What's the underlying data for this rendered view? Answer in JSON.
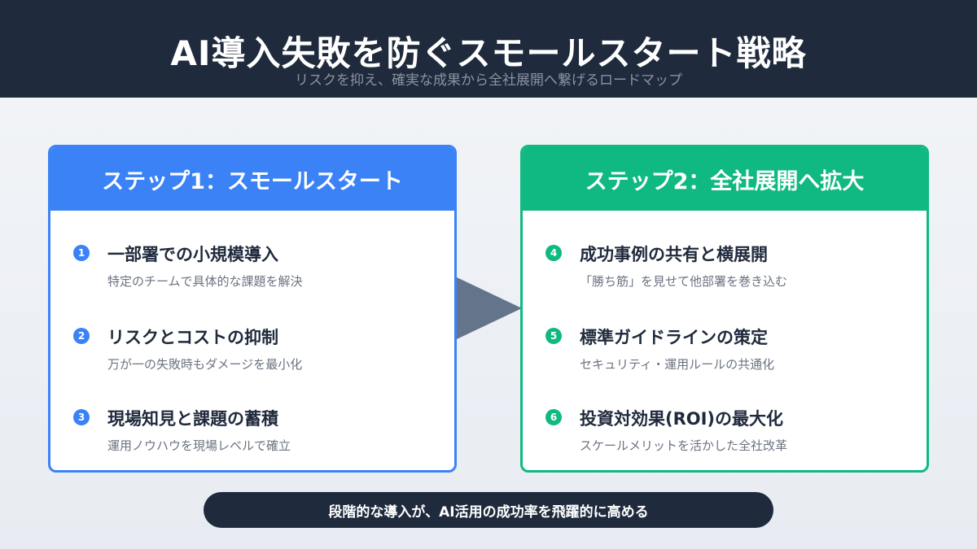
{
  "header": {
    "title": "AI導入失敗を防ぐスモールスタート戦略",
    "subtitle": "リスクを抑え、確実な成果から全社展開へ繋げるロードマップ"
  },
  "steps": [
    {
      "title": "ステップ1：スモールスタート",
      "color": "#3b82f6",
      "items": [
        {
          "num": "1",
          "title": "一部署での小規模導入",
          "desc": "特定のチームで具体的な課題を解決"
        },
        {
          "num": "2",
          "title": "リスクとコストの抑制",
          "desc": "万が一の失敗時もダメージを最小化"
        },
        {
          "num": "3",
          "title": "現場知見と課題の蓄積",
          "desc": "運用ノウハウを現場レベルで確立"
        }
      ]
    },
    {
      "title": "ステップ2：全社展開へ拡大",
      "color": "#10b981",
      "items": [
        {
          "num": "4",
          "title": "成功事例の共有と横展開",
          "desc": "「勝ち筋」を見せて他部署を巻き込む"
        },
        {
          "num": "5",
          "title": "標準ガイドラインの策定",
          "desc": "セキュリティ・運用ルールの共通化"
        },
        {
          "num": "6",
          "title": "投資対効果(ROI)の最大化",
          "desc": "スケールメリットを活かした全社改革"
        }
      ]
    }
  ],
  "footer": "段階的な導入が、AI活用の成功率を飛躍的に高める"
}
